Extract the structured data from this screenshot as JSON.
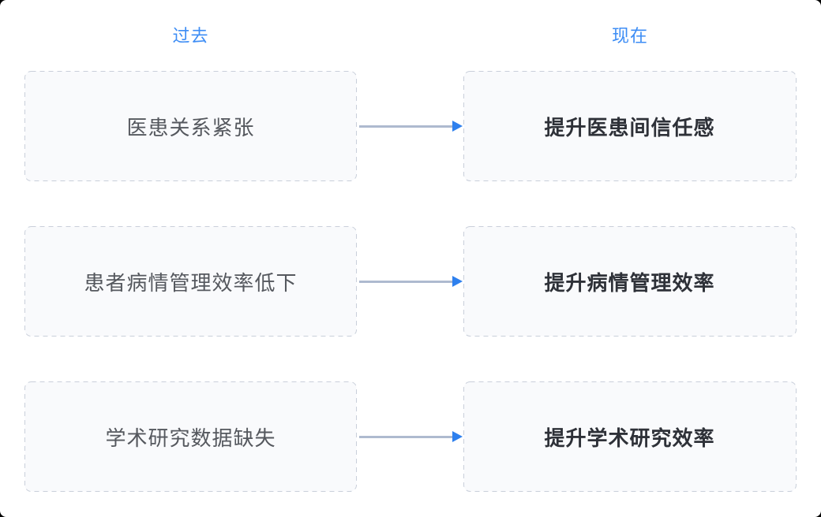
{
  "headers": {
    "past": "过去",
    "present": "现在"
  },
  "rows": [
    {
      "past": "医患关系紧张",
      "present": "提升医患间信任感"
    },
    {
      "past": "患者病情管理效率低下",
      "present": "提升病情管理效率"
    },
    {
      "past": "学术研究数据缺失",
      "present": "提升学术研究效率"
    }
  ],
  "colors": {
    "header_text": "#3d8df5",
    "box_border": "#c9cfda",
    "box_background": "#f9fafc",
    "past_text": "#55585e",
    "present_text": "#2e3138",
    "arrow_line": "#aebacf",
    "arrow_head": "#2e80ee"
  }
}
